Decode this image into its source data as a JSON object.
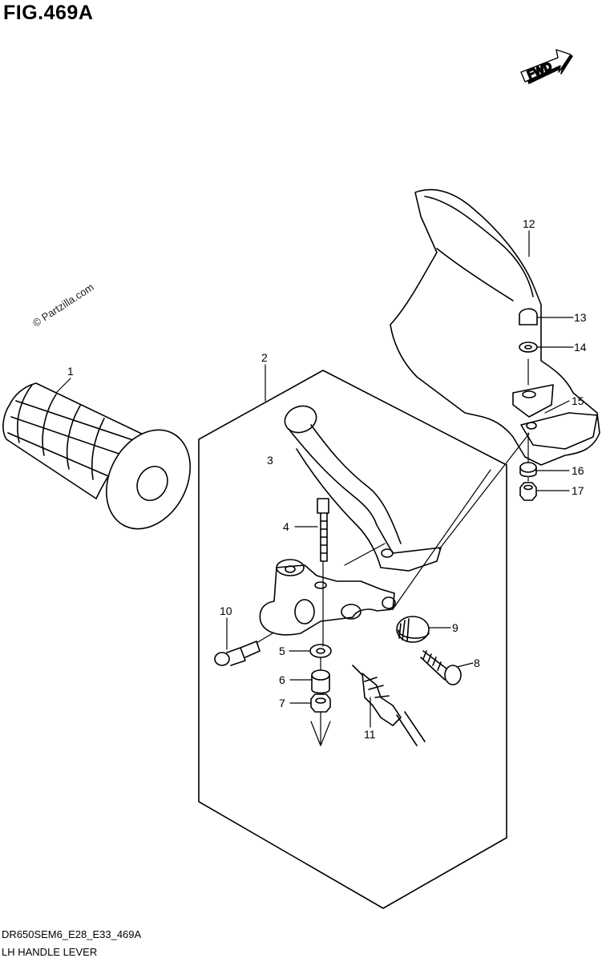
{
  "figure": {
    "title": "FIG.469A",
    "code": "DR650SEM6_E28_E33_469A",
    "name": "LH HANDLE LEVER",
    "watermark": "© Partzilla.com",
    "direction_badge": "FWD"
  },
  "callouts": [
    {
      "id": "c1",
      "text": "1"
    },
    {
      "id": "c2",
      "text": "2"
    },
    {
      "id": "c3",
      "text": "3"
    },
    {
      "id": "c4",
      "text": "4"
    },
    {
      "id": "c5",
      "text": "5"
    },
    {
      "id": "c6",
      "text": "6"
    },
    {
      "id": "c7",
      "text": "7"
    },
    {
      "id": "c8",
      "text": "8"
    },
    {
      "id": "c9",
      "text": "9"
    },
    {
      "id": "c10",
      "text": "10"
    },
    {
      "id": "c11",
      "text": "11"
    },
    {
      "id": "c12",
      "text": "12"
    },
    {
      "id": "c13",
      "text": "13"
    },
    {
      "id": "c14",
      "text": "14"
    },
    {
      "id": "c15",
      "text": "15"
    },
    {
      "id": "c16",
      "text": "16"
    },
    {
      "id": "c17",
      "text": "17"
    }
  ]
}
